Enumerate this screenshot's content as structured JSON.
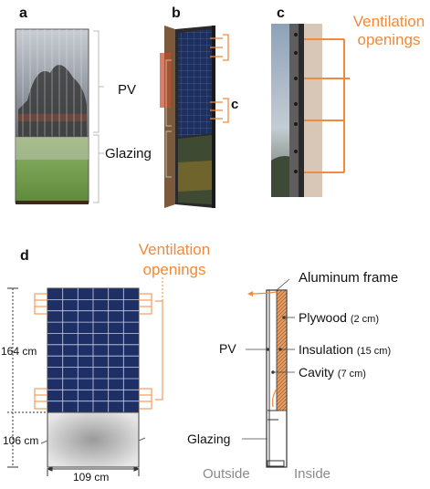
{
  "panels": {
    "a": {
      "letter": "a",
      "label_pv": "PV",
      "label_glazing": "Glazing"
    },
    "b": {
      "letter": "b",
      "callout": "c"
    },
    "c": {
      "letter": "c",
      "title_line1": "Ventilation",
      "title_line2": "openings"
    },
    "d": {
      "letter": "d",
      "vent_line1": "Ventilation",
      "vent_line2": "openings",
      "dim_pv": "164 cm",
      "dim_glazing": "106 cm",
      "dim_width": "109 cm",
      "section": {
        "aluminum": "Aluminum frame",
        "plywood": "Plywood",
        "plywood_thk": "(2 cm)",
        "insulation": "Insulation",
        "insulation_thk": "(15 cm)",
        "cavity": "Cavity",
        "cavity_thk": "(7 cm)",
        "pv": "PV",
        "glazing": "Glazing",
        "outside": "Outside",
        "inside": "Inside"
      }
    }
  },
  "colors": {
    "accent": "#F08A3C",
    "pv_blue": "#1E2F66",
    "insulation": "#C8763A",
    "gray_text": "#8a8a8a"
  }
}
